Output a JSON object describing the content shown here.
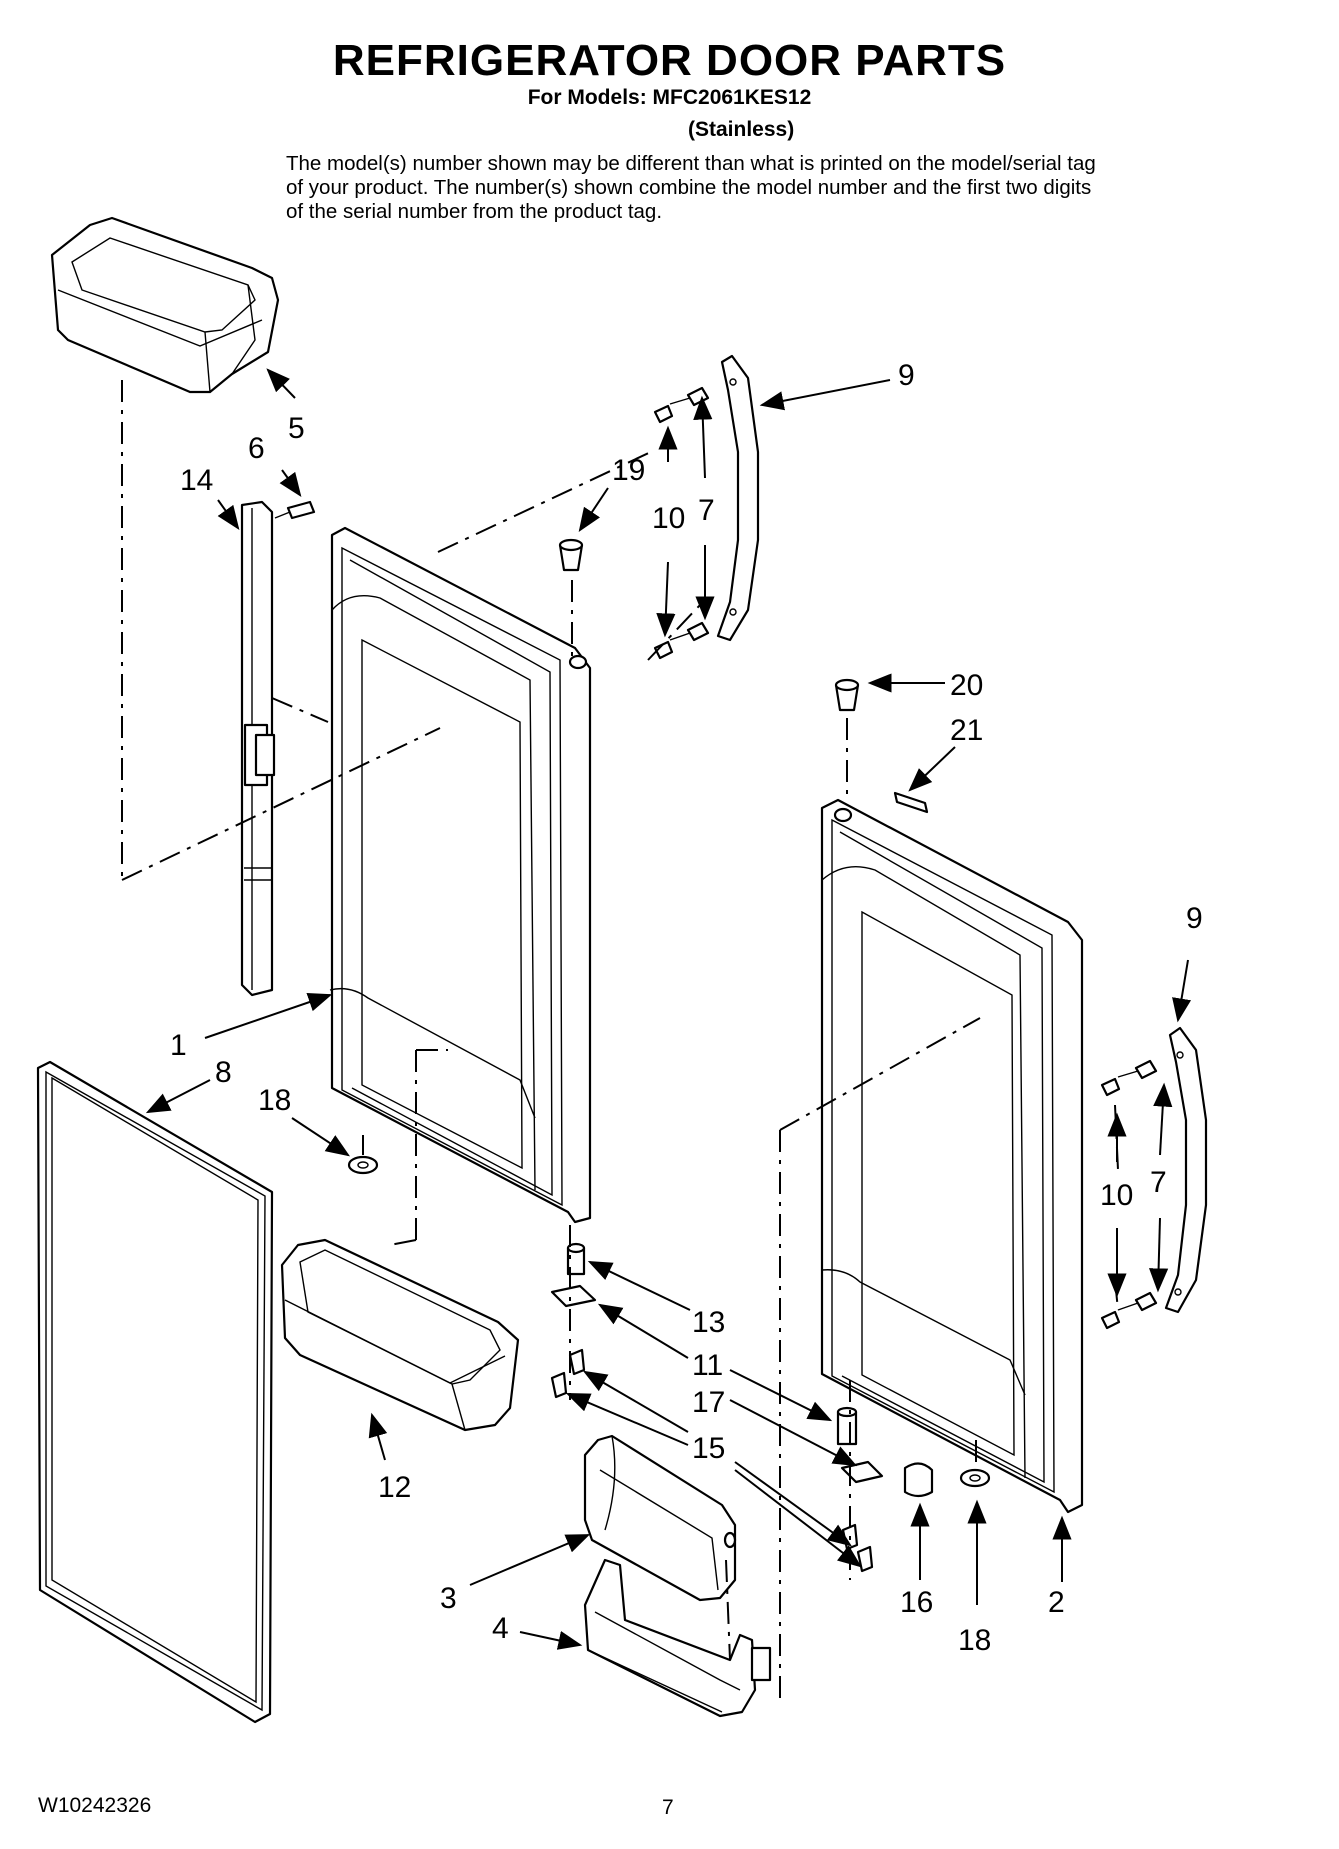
{
  "header": {
    "title": "REFRIGERATOR DOOR PARTS",
    "models_line": "For Models: MFC2061KES12",
    "finish": "(Stainless)",
    "note": "The model(s) number shown may be different than what is printed on the model/serial tag of your product. The number(s) shown combine the model number and the first two digits of the serial number from the product tag."
  },
  "callouts": {
    "c1": "1",
    "c2": "2",
    "c3": "3",
    "c4": "4",
    "c5": "5",
    "c6": "6",
    "c7a": "7",
    "c7b": "7",
    "c8": "8",
    "c9a": "9",
    "c9b": "9",
    "c10a": "10",
    "c10b": "10",
    "c11": "11",
    "c12": "12",
    "c13": "13",
    "c14": "14",
    "c15": "15",
    "c16": "16",
    "c17": "17",
    "c18a": "18",
    "c18b": "18",
    "c19": "19",
    "c20": "20",
    "c21": "21"
  },
  "footer": {
    "doc_number": "W10242326",
    "page": "7"
  }
}
